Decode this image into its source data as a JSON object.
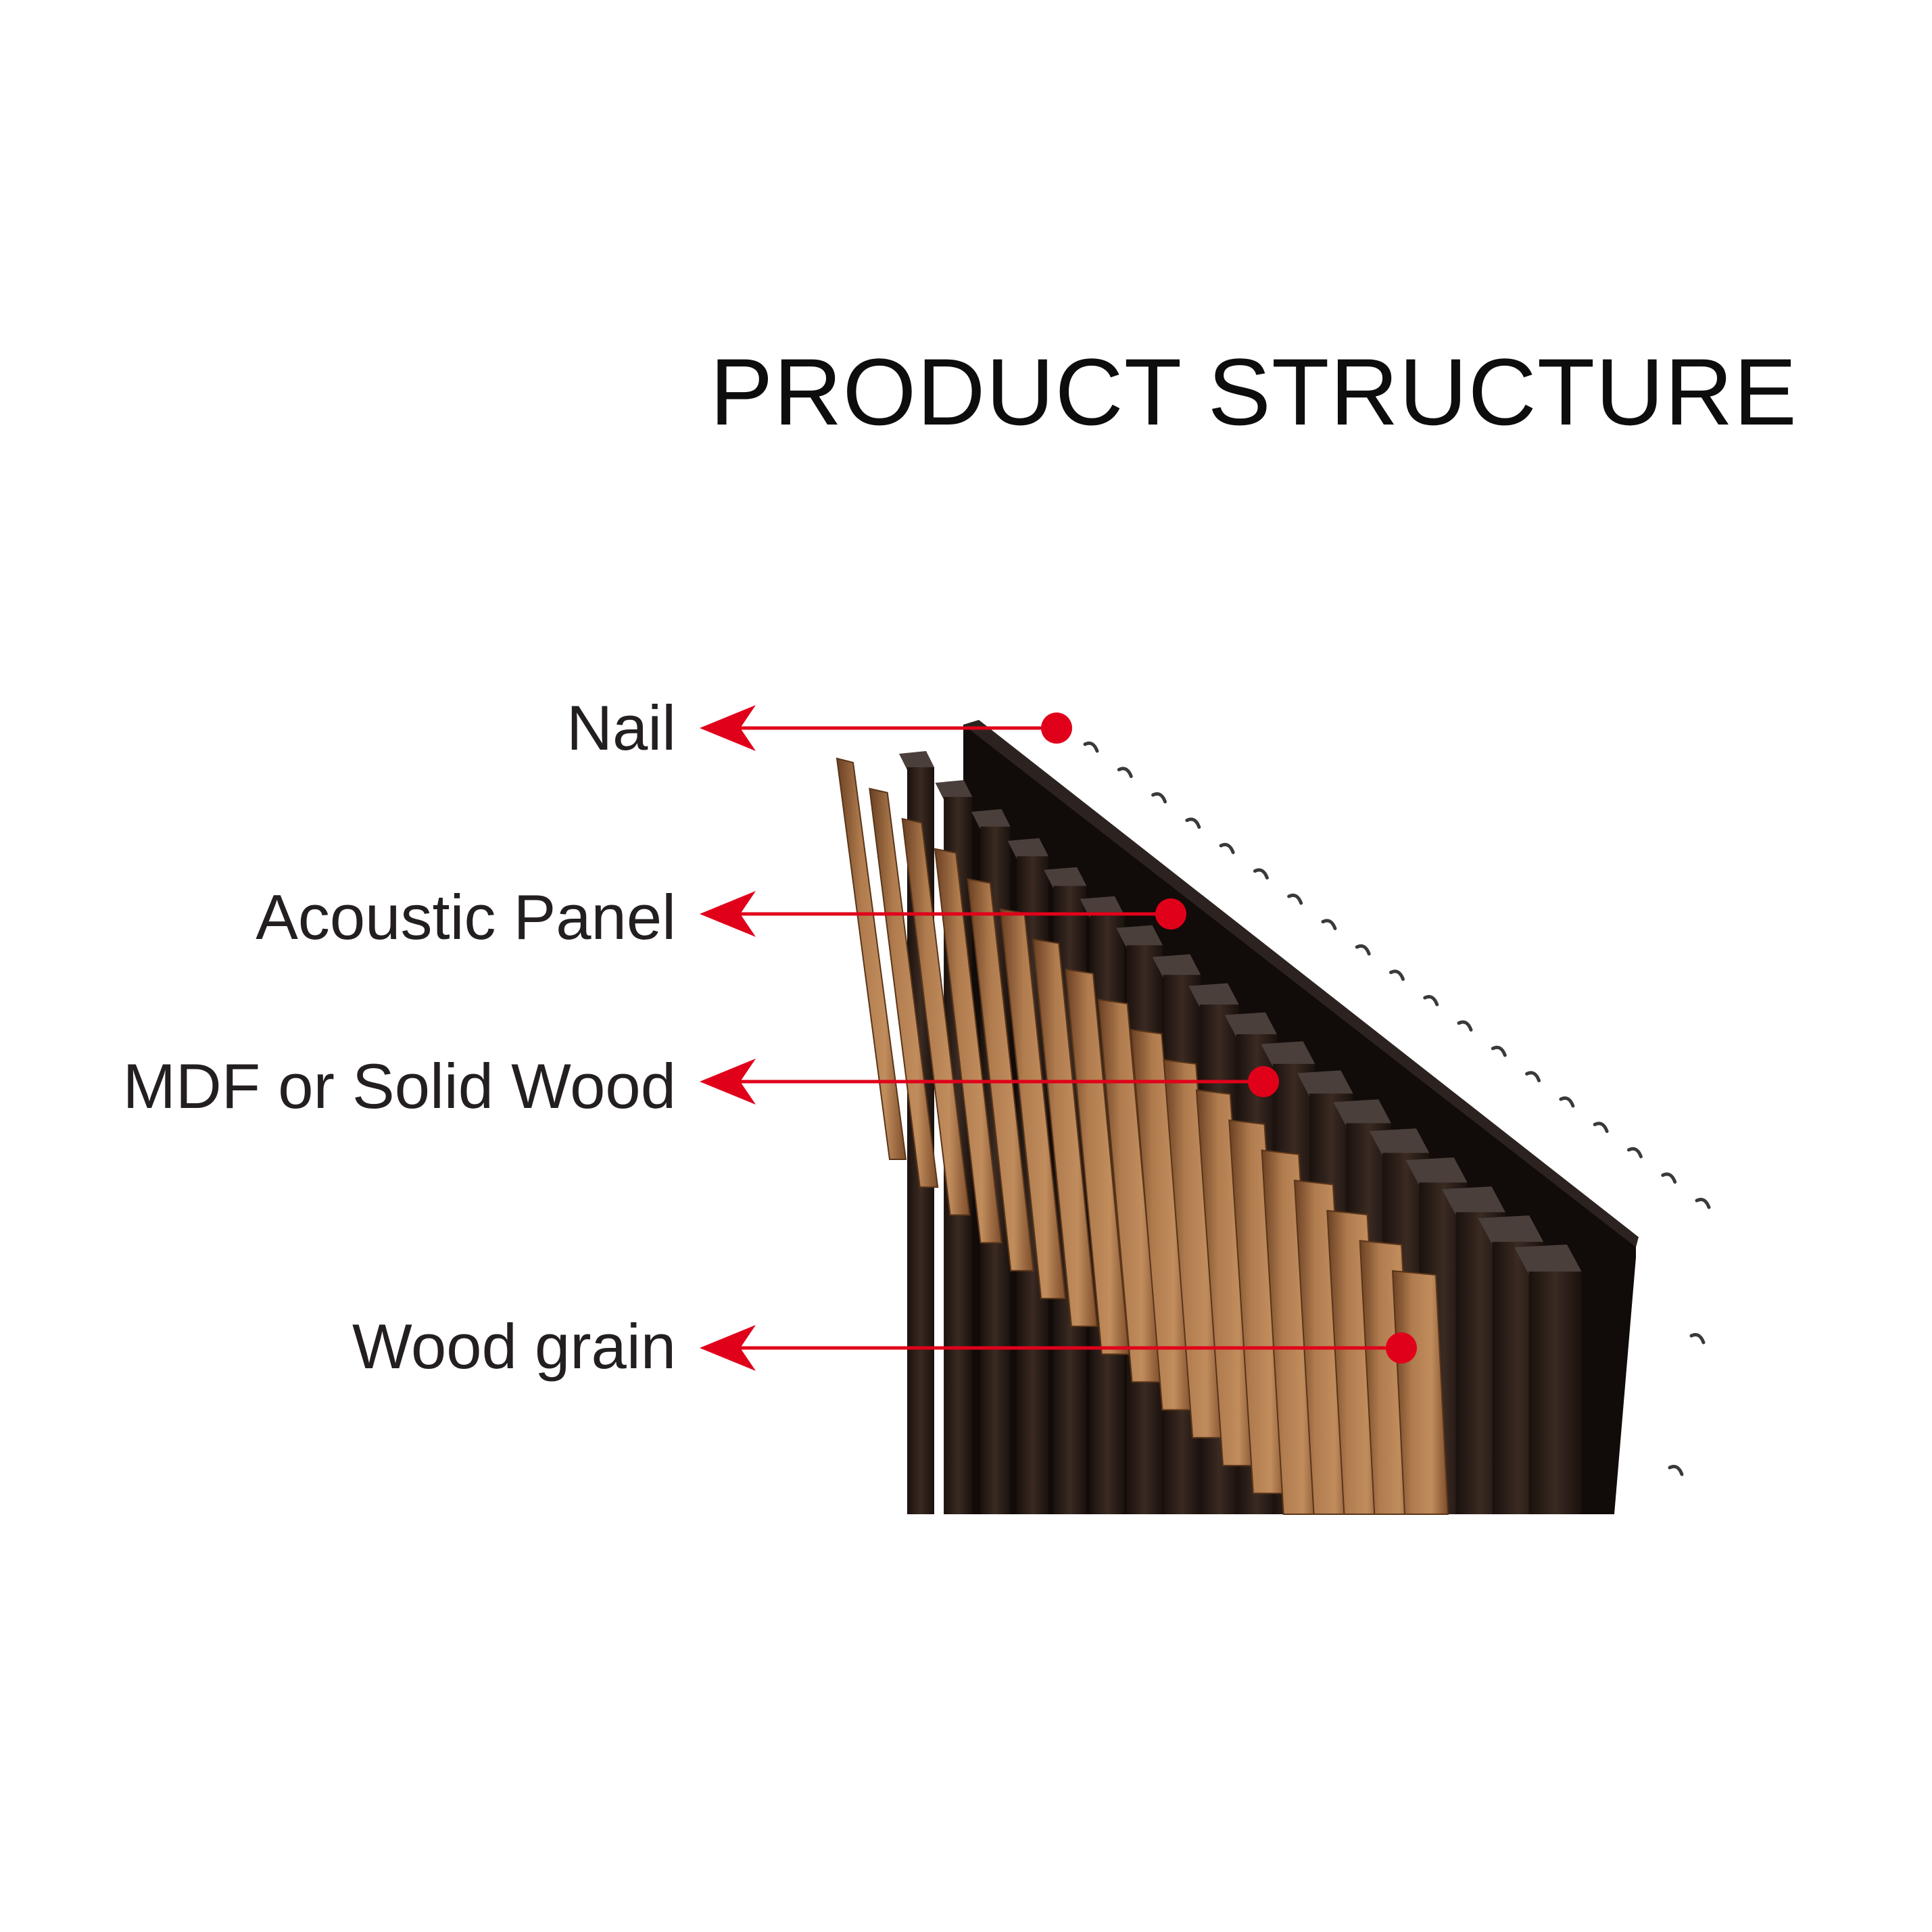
{
  "title": "PRODUCT STRUCTURE",
  "callouts": [
    {
      "label": "Nail"
    },
    {
      "label": "Acoustic Panel"
    },
    {
      "label": "MDF or Solid Wood"
    },
    {
      "label": "Wood grain"
    }
  ],
  "colors": {
    "accent": "#e1001a",
    "panel": "#130d0b",
    "slat_dark": "#2a1c16",
    "slat_wood": "#a8744a",
    "text": "#231f20"
  }
}
